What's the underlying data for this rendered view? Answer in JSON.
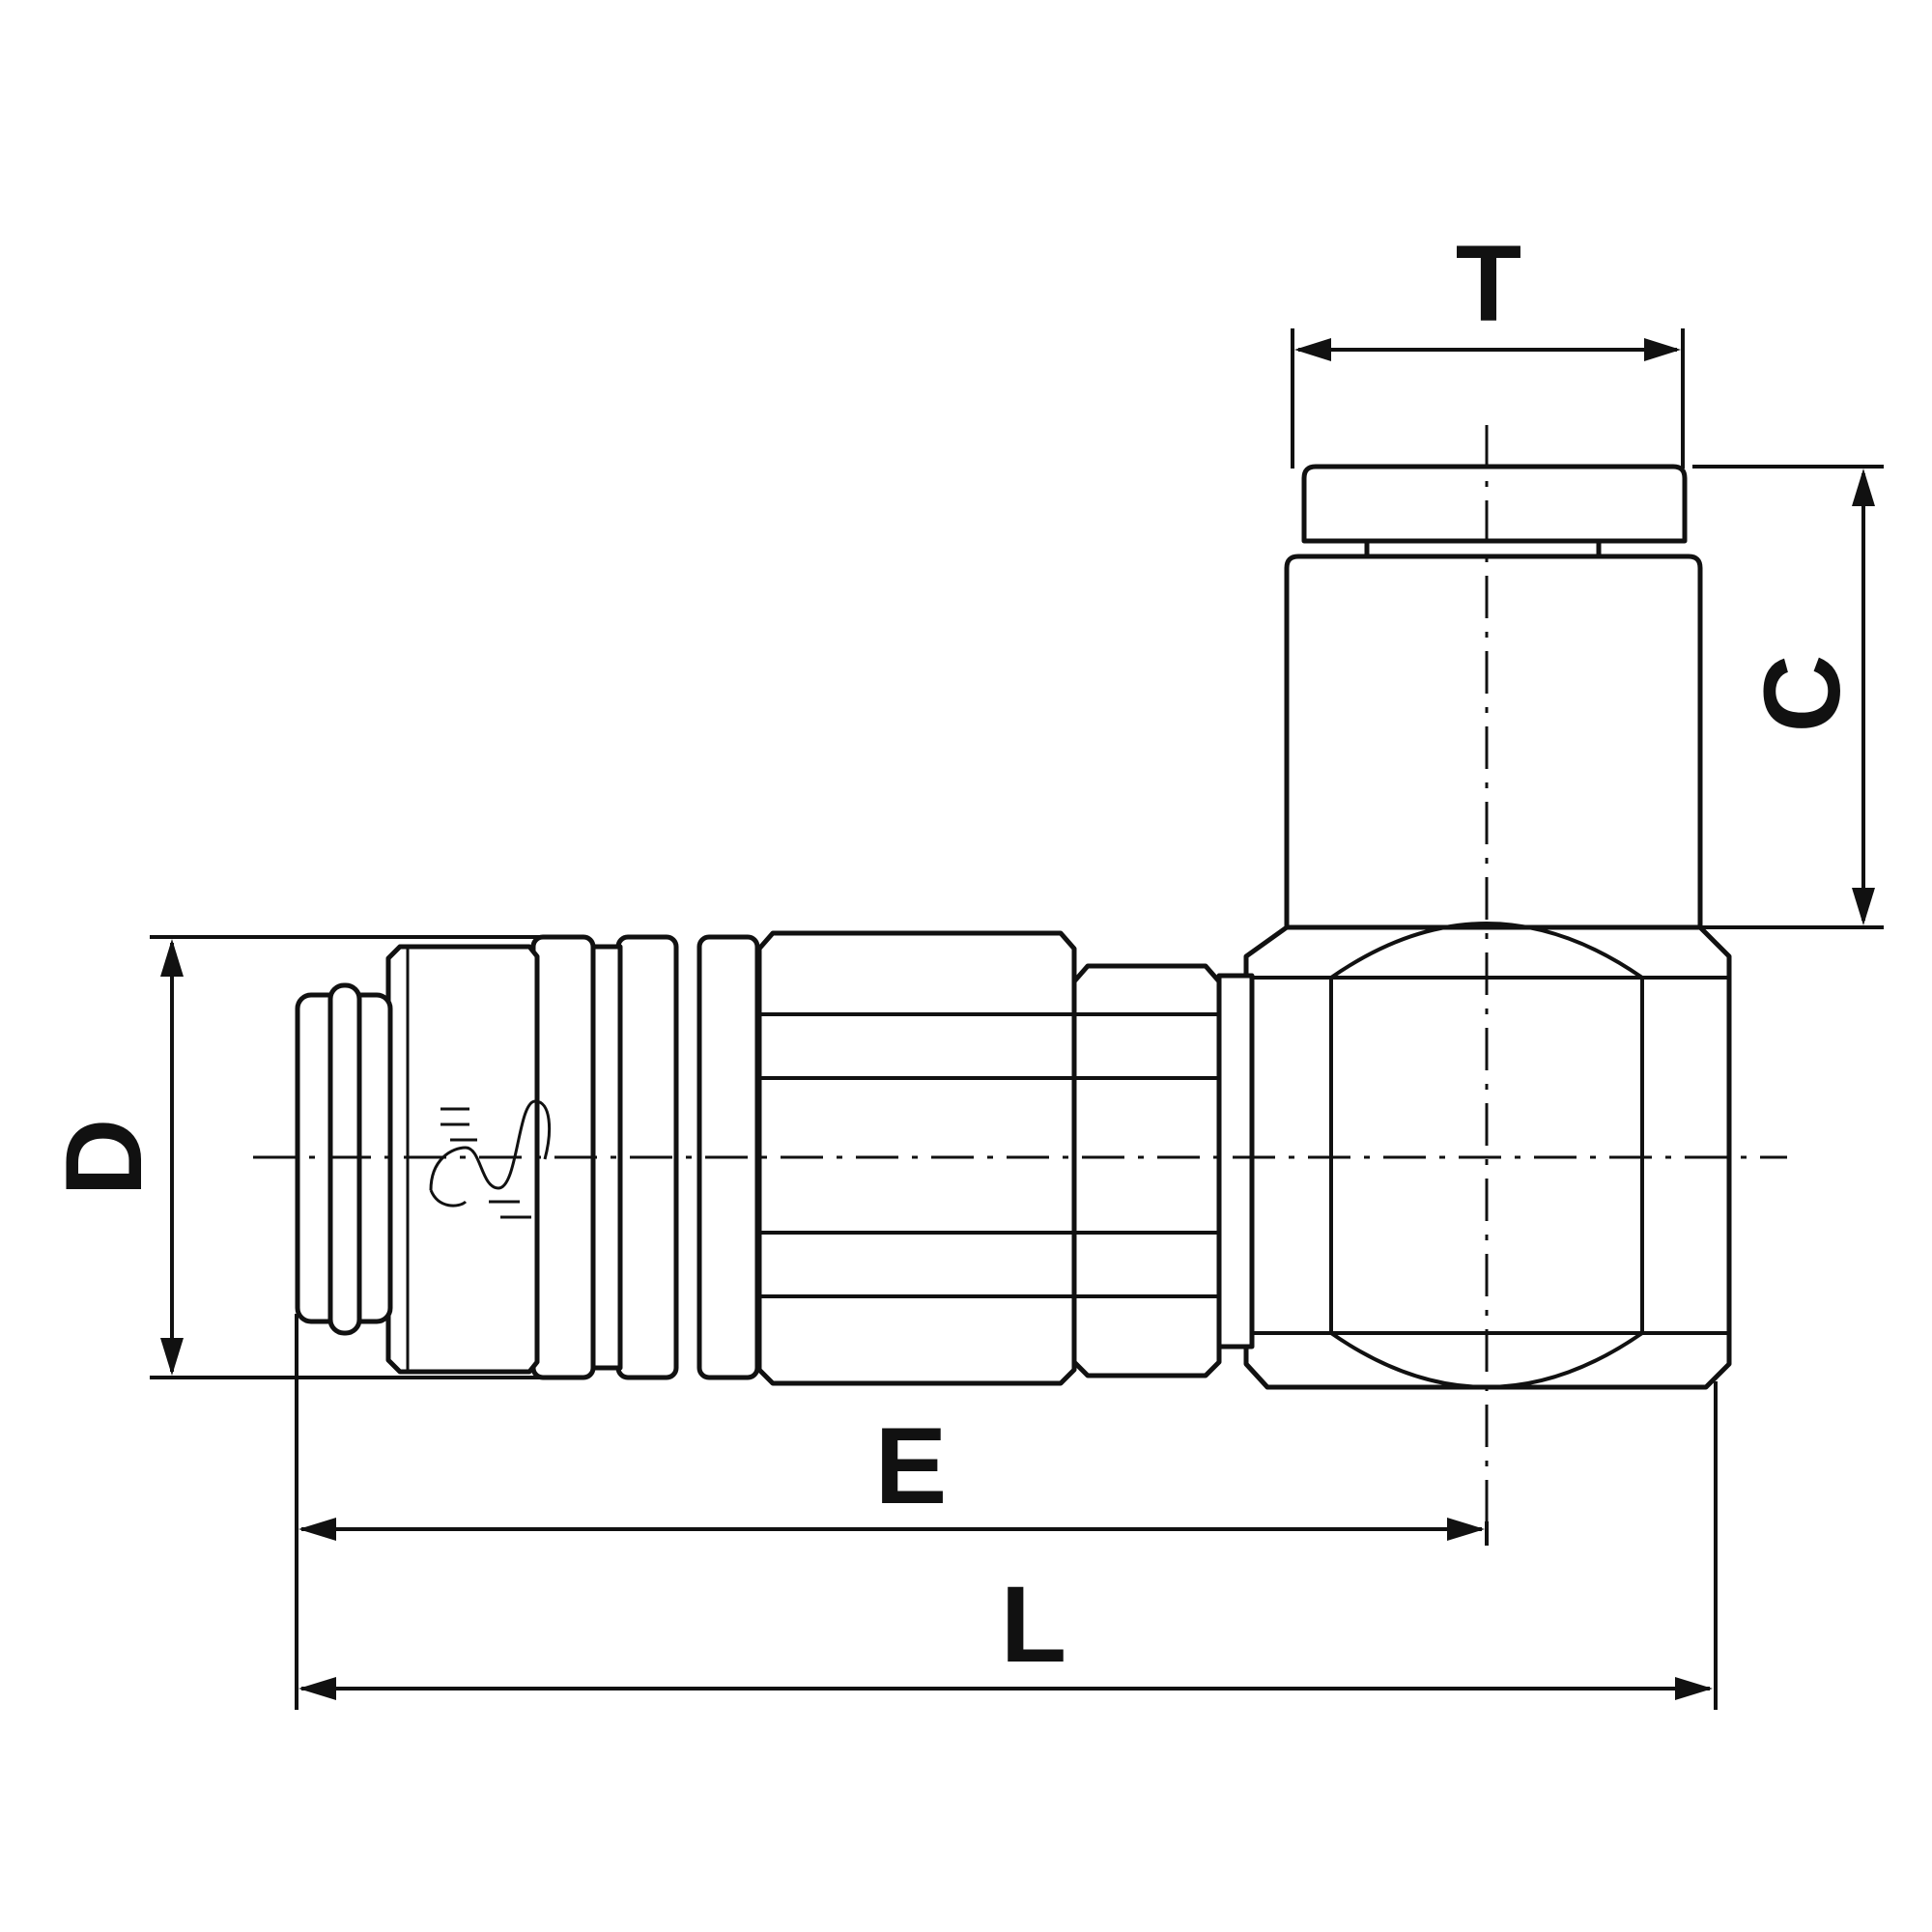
{
  "dimensions": {
    "T": "T",
    "C": "C",
    "D": "D",
    "E": "E",
    "L": "L"
  },
  "colors": {
    "line": "#111111",
    "background": "#ffffff"
  },
  "icons": {
    "logo": "wave-logo-icon"
  }
}
